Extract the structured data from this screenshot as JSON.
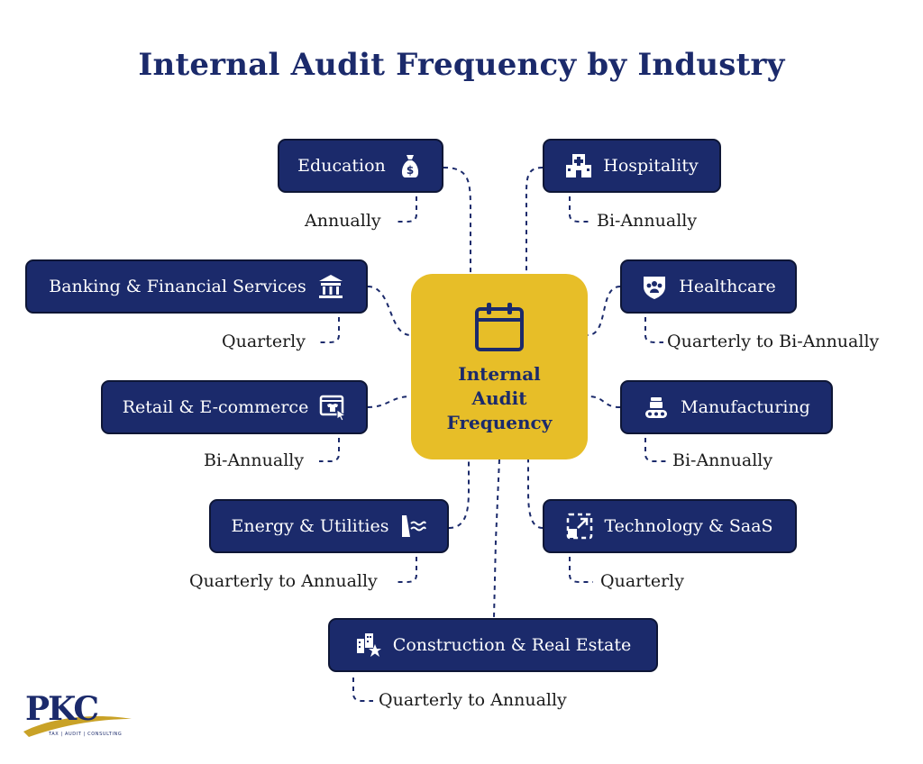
{
  "title": "Internal Audit Frequency by Industry",
  "center": {
    "label": "Internal Audit Frequency",
    "icon": "calendar-icon"
  },
  "nodes": [
    {
      "label": "Education",
      "frequency": "Annually",
      "icon": "money-bag-icon"
    },
    {
      "label": "Hospitality",
      "frequency": "Bi-Annually",
      "icon": "hotel-icon"
    },
    {
      "label": "Banking & Financial Services",
      "frequency": "Quarterly",
      "icon": "bank-icon"
    },
    {
      "label": "Healthcare",
      "frequency": "Quarterly to Bi-Annually",
      "icon": "shield-people-icon"
    },
    {
      "label": "Retail & E-commerce",
      "frequency": "Bi-Annually",
      "icon": "online-shop-icon"
    },
    {
      "label": "Manufacturing",
      "frequency": "Bi-Annually",
      "icon": "conveyor-icon"
    },
    {
      "label": "Energy & Utilities",
      "frequency": "Quarterly to Annually",
      "icon": "water-dam-icon"
    },
    {
      "label": "Technology & SaaS",
      "frequency": "Quarterly",
      "icon": "scale-arrows-icon"
    },
    {
      "label": "Construction & Real Estate",
      "frequency": "Quarterly to Annually",
      "icon": "buildings-star-icon"
    }
  ],
  "logo": {
    "text": "PKC",
    "tagline": "TAX | AUDIT | CONSULTING"
  },
  "colors": {
    "navy": "#1b2a6b",
    "gold": "#e7be28",
    "text": "#1a1a1a"
  }
}
